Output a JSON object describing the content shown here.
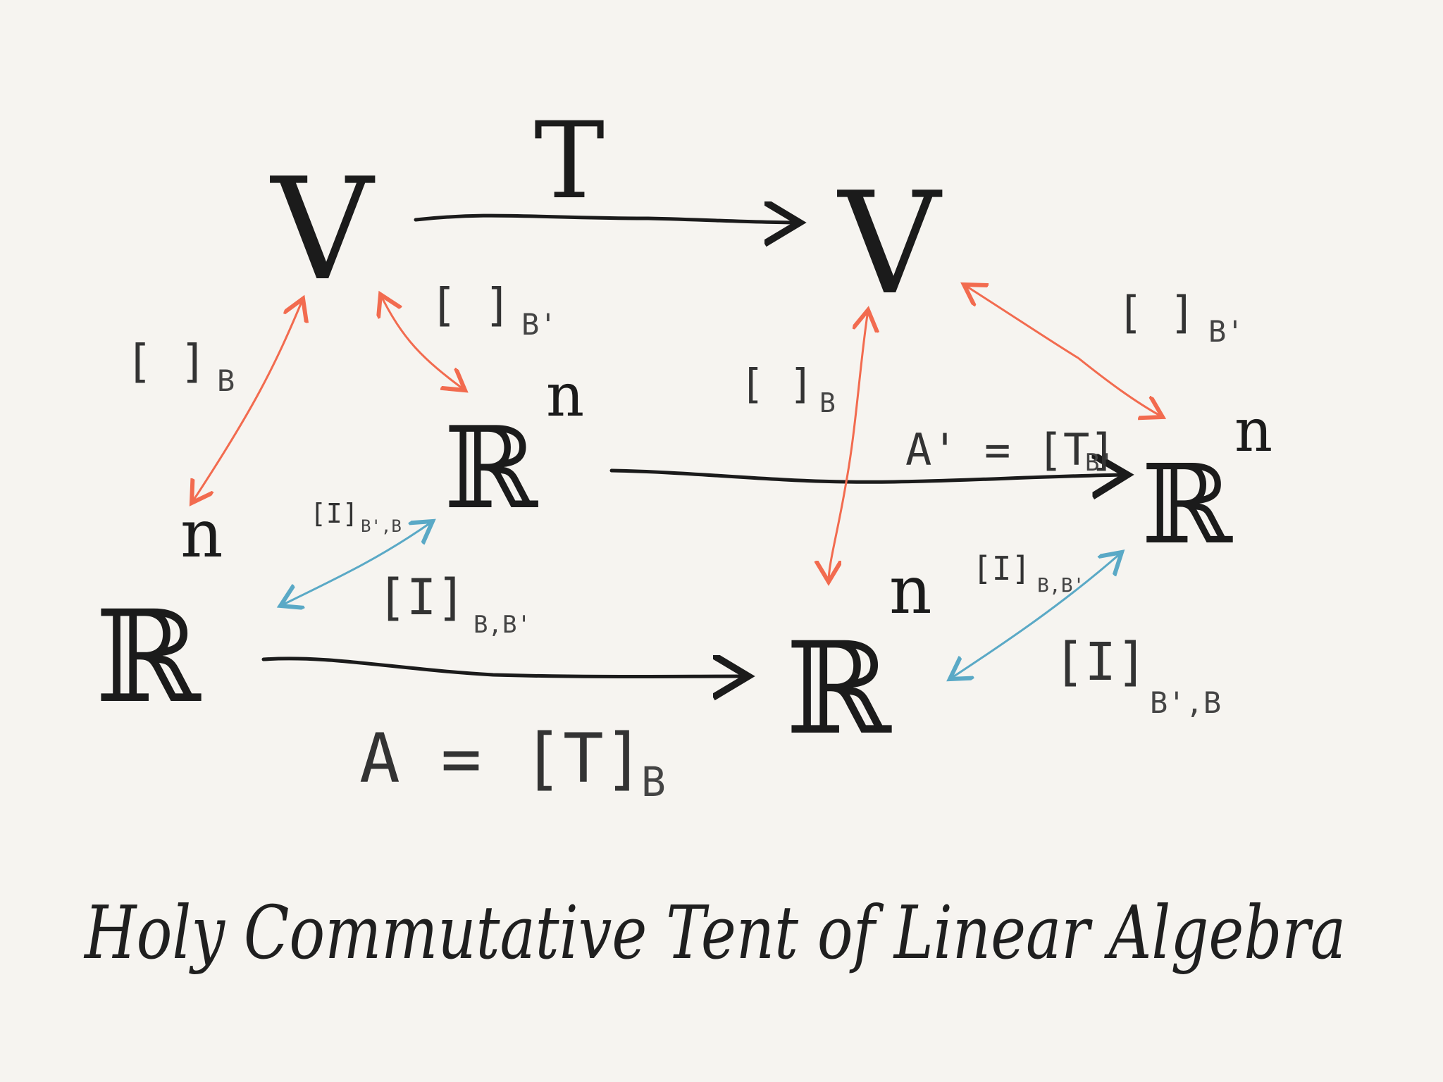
{
  "colors": {
    "background": "#f6f4f0",
    "ink": "#1b1b1b",
    "coordinate_arrow": "#f26b4f",
    "change_of_basis_arrow": "#5aa9c6"
  },
  "nodes": {
    "v_left": "V",
    "v_right": "V",
    "r_upper_mid": "ℝ",
    "r_upper_mid_exp": "n",
    "r_lower_left": "ℝ",
    "r_lower_left_exp": "n",
    "r_lower_mid": "ℝ",
    "r_lower_mid_exp": "n",
    "r_upper_right": "ℝ",
    "r_upper_right_exp": "n"
  },
  "labels": {
    "t_map": "T",
    "coord_b_left": "[ ]",
    "coord_b_left_sub": "B",
    "coord_b_prime_left": "[ ]",
    "coord_b_prime_left_sub": "B'",
    "coord_b_right": "[ ]",
    "coord_b_right_sub": "B",
    "coord_b_prime_right": "[ ]",
    "coord_b_prime_right_sub": "B'",
    "a_matrix": "A = [T]",
    "a_matrix_sub": "B",
    "a_prime_matrix": "A' = [T]",
    "a_prime_matrix_sub": "B'",
    "ib_left_small": "[I]",
    "ib_left_small_sub": "B',B",
    "ib_left_large": "[I]",
    "ib_left_large_sub": "B,B'",
    "ib_right_small": "[I]",
    "ib_right_small_sub": "B,B'",
    "ib_right_large": "[I]",
    "ib_right_large_sub": "B',B"
  },
  "title": "Holy Commutative Tent of Linear Algebra"
}
